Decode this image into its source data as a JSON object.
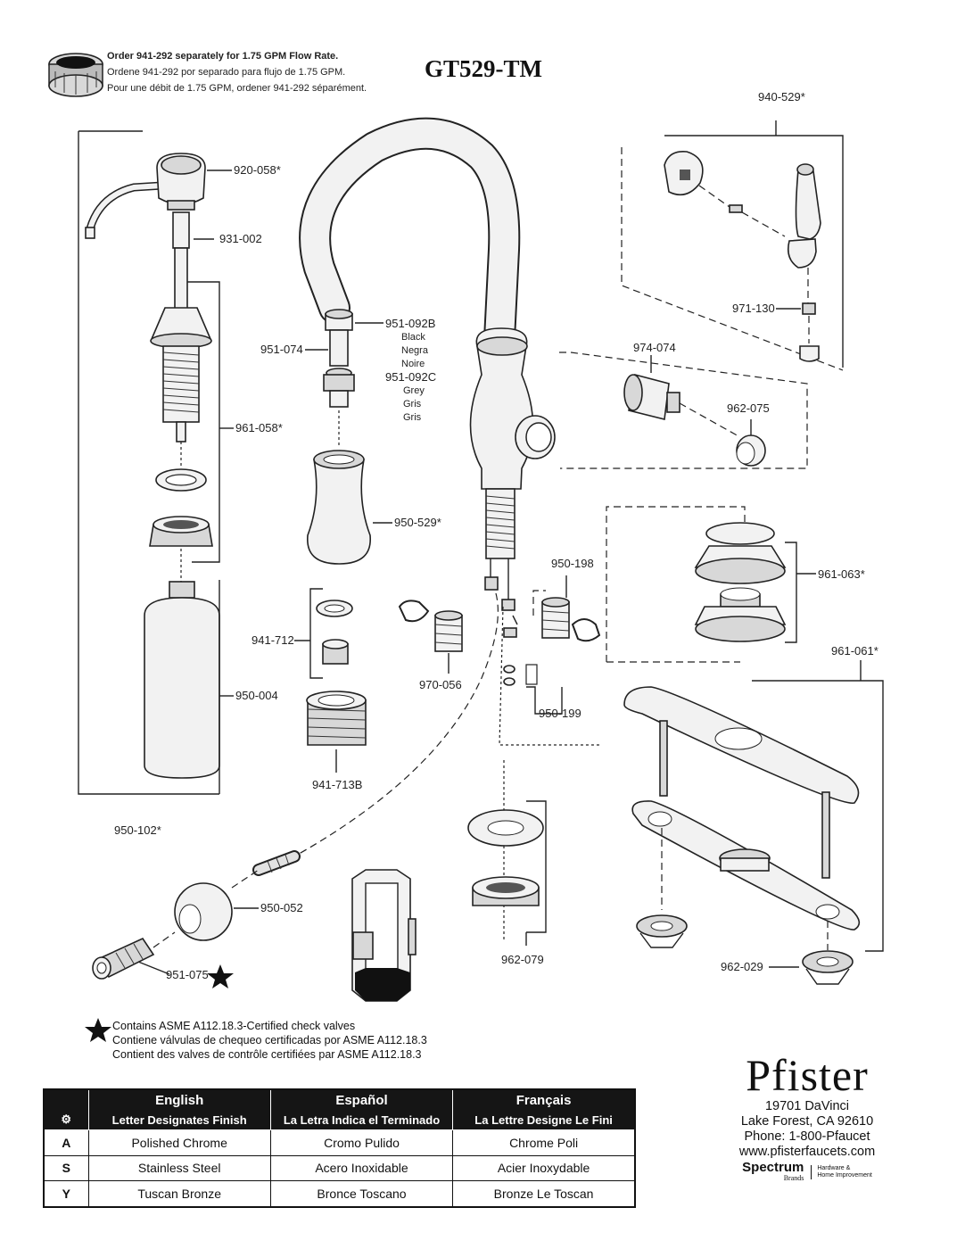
{
  "title": "GT529-TM",
  "order_note": [
    "Order 941-292 separately for 1.75 GPM  Flow Rate.",
    "Ordene 941-292 por separado para flujo de 1.75 GPM.",
    "Pour une débit de 1.75 GPM, ordener 941-292 séparément."
  ],
  "parts": {
    "p920_058": "920-058*",
    "p931_002": "931-002",
    "p961_058": "961-058*",
    "p950_004": "950-004",
    "p950_102": "950-102*",
    "p951_092b": "951-092B",
    "p951_092b_colors": [
      "Black",
      "Negra",
      "Noire"
    ],
    "p951_092c": "951-092C",
    "p951_092c_colors": [
      "Grey",
      "Gris",
      "Gris"
    ],
    "p951_074": "951-074",
    "p950_529": "950-529*",
    "p941_712": "941-712",
    "p941_713b": "941-713B",
    "p950_052": "950-052",
    "p951_075": "951-075",
    "p970_056": "970-056",
    "p950_198": "950-198",
    "p950_199": "950-199",
    "p962_079": "962-079",
    "p940_529": "940-529*",
    "p971_130": "971-130",
    "p974_074": "974-074",
    "p962_075": "962-075",
    "p961_063": "961-063*",
    "p961_061": "961-061*",
    "p962_029": "962-029"
  },
  "asme_note": [
    "Contains ASME A112.18.3-Certified check valves",
    "Contiene válvulas de chequeo certificadas por ASME A112.18.3",
    "Contient des valves de contrôle certifiées par ASME A112.18.3"
  ],
  "finish_table": {
    "headers": [
      "English",
      "Español",
      "Français"
    ],
    "subheaders": [
      "Letter Designates Finish",
      "La Letra Indica el Terminado",
      "La Lettre Designe Le Fini"
    ],
    "rows": [
      {
        "code": "A",
        "en": "Polished Chrome",
        "es": "Cromo Pulido",
        "fr": "Chrome Poli"
      },
      {
        "code": "S",
        "en": "Stainless Steel",
        "es": "Acero Inoxidable",
        "fr": "Acier Inoxydable"
      },
      {
        "code": "Y",
        "en": "Tuscan Bronze",
        "es": "Bronce Toscano",
        "fr": "Bronze Le Toscan"
      }
    ]
  },
  "brand": {
    "logo": "Pfister",
    "address1": "19701 DaVinci",
    "address2": "Lake Forest, CA 92610",
    "phone": "Phone: 1-800-Pfaucet",
    "web": "www.pfisterfaucets.com",
    "spectrum": "Spectrum",
    "spectrum_sub": "Brands",
    "spectrum_tag": [
      "Hardware &",
      "Home Improvement"
    ]
  }
}
